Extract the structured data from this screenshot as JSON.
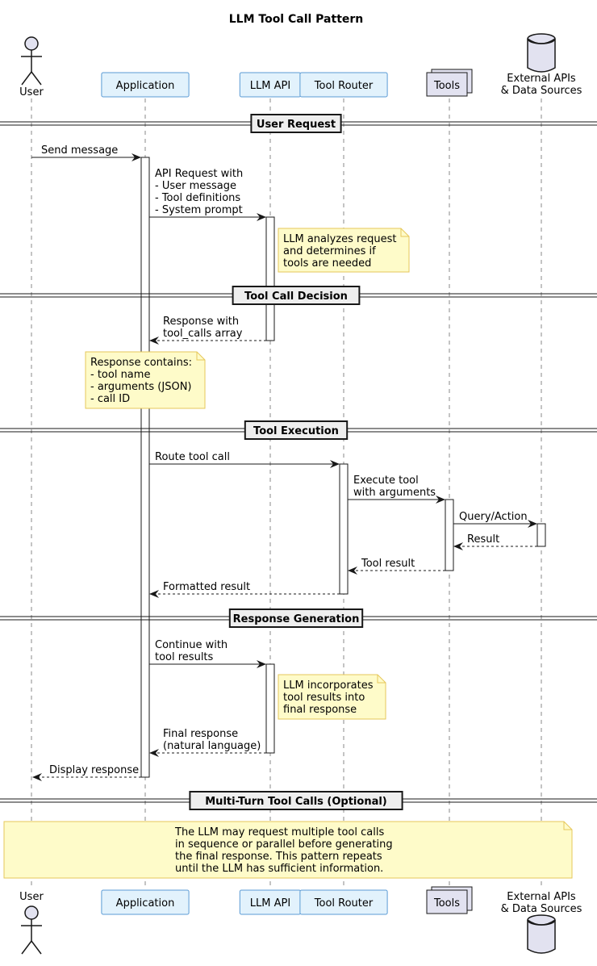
{
  "title": "LLM Tool Call Pattern",
  "colors": {
    "participant_fill": "#E2F2FC",
    "participant_stroke": "#5B9BD5",
    "actor_fill": "#E2E2F0",
    "note_fill": "#FEFBC9",
    "note_stroke": "#E6C75A",
    "line": "#181818",
    "separator_fill": "#EEEEEE"
  },
  "participants": [
    {
      "id": "user",
      "label": "User",
      "kind": "actor"
    },
    {
      "id": "app",
      "label": "Application",
      "kind": "participant"
    },
    {
      "id": "llm",
      "label": "LLM API",
      "kind": "participant"
    },
    {
      "id": "router",
      "label": "Tool Router",
      "kind": "participant"
    },
    {
      "id": "tools",
      "label": "Tools",
      "kind": "collections"
    },
    {
      "id": "ext",
      "label": [
        "External APIs",
        "& Data Sources"
      ],
      "kind": "database"
    }
  ],
  "separators": [
    {
      "label": "User Request"
    },
    {
      "label": "Tool Call Decision"
    },
    {
      "label": "Tool Execution"
    },
    {
      "label": "Response Generation"
    },
    {
      "label": "Multi-Turn Tool Calls (Optional)"
    }
  ],
  "messages": [
    {
      "from": "user",
      "to": "app",
      "style": "solid",
      "lines": [
        "Send message"
      ]
    },
    {
      "from": "app",
      "to": "llm",
      "style": "solid",
      "lines": [
        "API Request with",
        "- User message",
        "- Tool definitions",
        "- System prompt"
      ]
    },
    {
      "from": "llm",
      "to": "app",
      "style": "dashed",
      "lines": [
        "Response with",
        "tool_calls array"
      ]
    },
    {
      "from": "app",
      "to": "router",
      "style": "solid",
      "lines": [
        "Route tool call"
      ]
    },
    {
      "from": "router",
      "to": "tools",
      "style": "solid",
      "lines": [
        "Execute tool",
        "with arguments"
      ]
    },
    {
      "from": "tools",
      "to": "ext",
      "style": "solid",
      "lines": [
        "Query/Action"
      ]
    },
    {
      "from": "ext",
      "to": "tools",
      "style": "dashed",
      "lines": [
        "Result"
      ]
    },
    {
      "from": "tools",
      "to": "router",
      "style": "dashed",
      "lines": [
        "Tool result"
      ]
    },
    {
      "from": "router",
      "to": "app",
      "style": "dashed",
      "lines": [
        "Formatted result"
      ]
    },
    {
      "from": "app",
      "to": "llm",
      "style": "solid",
      "lines": [
        "Continue with",
        "tool results"
      ]
    },
    {
      "from": "llm",
      "to": "app",
      "style": "dashed",
      "lines": [
        "Final response",
        "(natural language)"
      ]
    },
    {
      "from": "app",
      "to": "user",
      "style": "dashed",
      "lines": [
        "Display response"
      ]
    }
  ],
  "notes": [
    {
      "lines": [
        "LLM analyzes request",
        "and determines if",
        "tools are needed"
      ]
    },
    {
      "lines": [
        "Response contains:",
        "- tool name",
        "- arguments (JSON)",
        "- call ID"
      ]
    },
    {
      "lines": [
        "LLM incorporates",
        "tool results into",
        "final response"
      ]
    },
    {
      "lines": [
        "The LLM may request multiple tool calls",
        "in sequence or parallel before generating",
        "the final response. This pattern repeats",
        "until the LLM has sufficient information."
      ]
    }
  ]
}
